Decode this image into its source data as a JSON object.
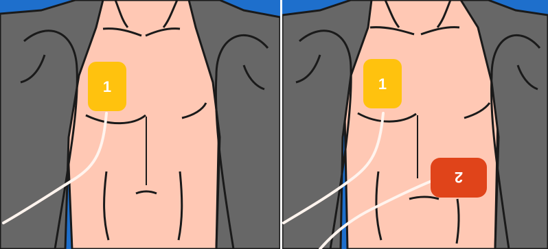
{
  "panels": {
    "left": {
      "pad1": {
        "label": "1",
        "color": "#FFC20E"
      }
    },
    "right": {
      "pad1": {
        "label": "1",
        "color": "#FFC20E"
      },
      "pad2": {
        "label": "2",
        "color": "#E0441A"
      }
    }
  },
  "colors": {
    "background": "#1E6FCC",
    "skin": "#FFC8B4",
    "jacket": "#676767",
    "outline": "#1A1A1A",
    "cable": "#FFF4EE"
  },
  "icons": [
    "chest-illustration",
    "electrode-pad-1",
    "electrode-pad-2",
    "electrode-cable"
  ]
}
